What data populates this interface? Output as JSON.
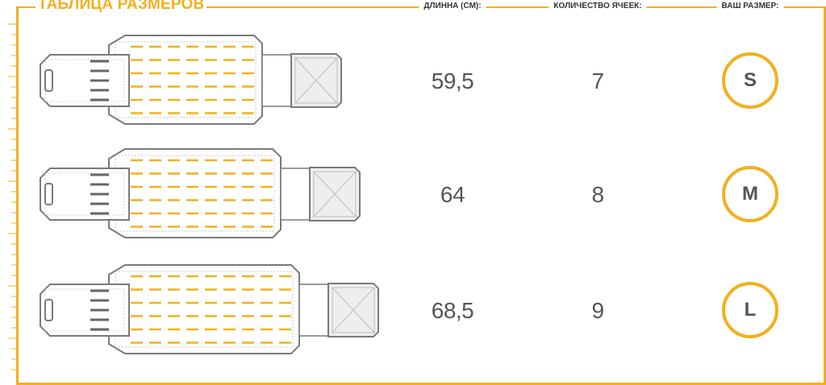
{
  "title": "ТАБЛИЦА РАЗМЕРОВ",
  "columns": {
    "length": "ДЛИННА (СМ):",
    "cells": "КОЛИЧЕСТВО ЯЧЕЕК:",
    "size": "ВАШ РАЗМЕР:"
  },
  "rows": [
    {
      "length": "59,5",
      "cells": "7",
      "size": "S",
      "cell_count": 7
    },
    {
      "length": "64",
      "cells": "8",
      "size": "M",
      "cell_count": 8
    },
    {
      "length": "68,5",
      "cells": "9",
      "size": "L",
      "cell_count": 9
    }
  ],
  "colors": {
    "accent": "#f2b01e",
    "outline": "#7a7a7a",
    "strap": "#666666",
    "text": "#555555"
  },
  "icons": [
    "belt-illustration-icon"
  ]
}
